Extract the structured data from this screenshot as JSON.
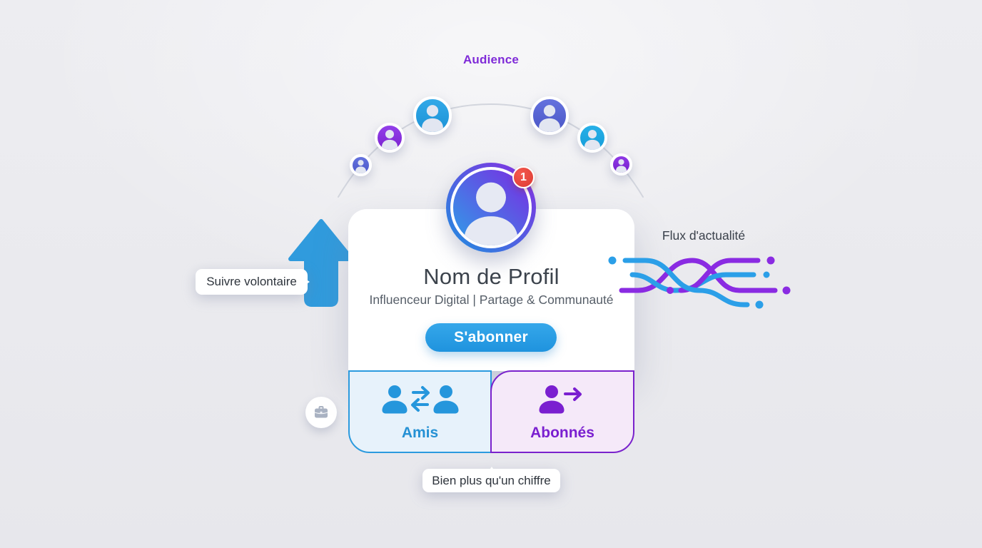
{
  "audience": {
    "label": "Audience",
    "label_color": "#7f2bd8",
    "avatars": [
      {
        "name": "user-avatar",
        "size": "xs",
        "colors": [
          "#6472de",
          "#4c59c8"
        ]
      },
      {
        "name": "user-avatar",
        "size": "sm",
        "colors": [
          "#9340ea",
          "#7a22cf"
        ]
      },
      {
        "name": "user-avatar",
        "size": "md",
        "colors": [
          "#33a9e8",
          "#1b92d6"
        ]
      },
      {
        "name": "user-avatar",
        "size": "md",
        "colors": [
          "#6472de",
          "#4a56c6"
        ]
      },
      {
        "name": "user-avatar",
        "size": "sm",
        "colors": [
          "#27b0e8",
          "#159dd9"
        ]
      },
      {
        "name": "user-avatar",
        "size": "xs",
        "colors": [
          "#903ae6",
          "#7520cc"
        ]
      }
    ]
  },
  "profile": {
    "name": "Nom de Profil",
    "tagline": "Influenceur Digital | Partage & Communauté",
    "subscribe_label": "S'abonner",
    "notification_count": "1",
    "ring_gradient": [
      "#1e8fe0",
      "#8a2be2"
    ],
    "avatar_gradient": [
      "#2e9fe8",
      "#7a2be2"
    ]
  },
  "tabs": {
    "friends": {
      "label": "Amis",
      "color": "#2591d4",
      "bg": "#e7f2fb",
      "border": "#2b9ade",
      "icon": "friends-exchange-icon"
    },
    "followers": {
      "label": "Abonnés",
      "color": "#7a1fd0",
      "bg": "#f5e9f9",
      "border": "#7a22cc",
      "icon": "follower-arrow-icon"
    }
  },
  "annotations": {
    "follow": "Suivre volontaire",
    "feed": "Flux d'actualité",
    "counter": "Bien plus qu'un chiffre"
  },
  "icons": [
    "up-arrow-icon",
    "network-flow-icon",
    "briefcase-icon",
    "user-icon",
    "notification-badge"
  ],
  "colors": {
    "background": "#ebebef",
    "card": "#ffffff",
    "blue": "#2b9ade",
    "purple": "#8a2be2",
    "badge_red": "#e0413a",
    "arc_line": "#d2d5dd"
  }
}
